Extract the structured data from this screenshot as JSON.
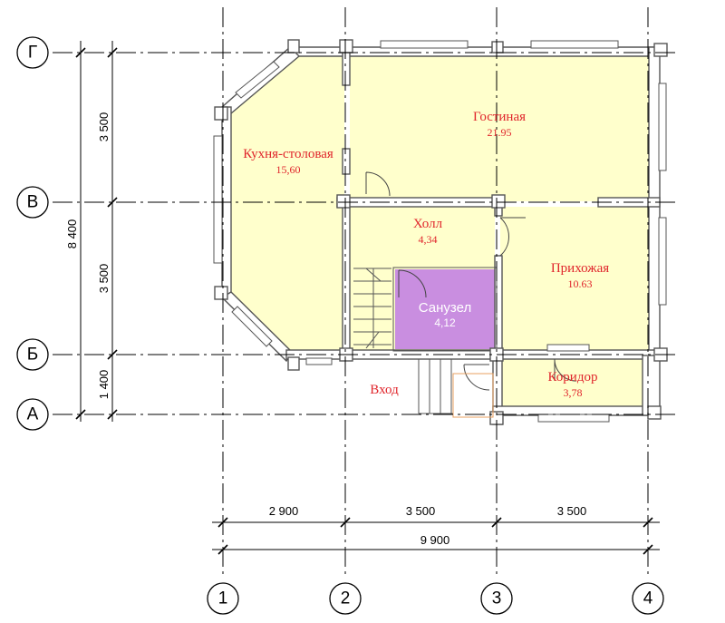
{
  "axes": {
    "rows": [
      "Г",
      "В",
      "Б",
      "А"
    ],
    "columns": [
      "1",
      "2",
      "3",
      "4"
    ]
  },
  "dimensions": {
    "vertical_total": "8 400",
    "vertical_segments": [
      "3 500",
      "3 500",
      "1 400"
    ],
    "horizontal_segments": [
      "2 900",
      "3 500",
      "3 500"
    ],
    "horizontal_total": "9 900"
  },
  "rooms": [
    {
      "name": "Кухня-столовая",
      "area": "15,60"
    },
    {
      "name": "Гостиная",
      "area": "21.95"
    },
    {
      "name": "Холл",
      "area": "4,34"
    },
    {
      "name": "Прихожая",
      "area": "10.63"
    },
    {
      "name": "Санузел",
      "area": "4,12"
    },
    {
      "name": "Коридор",
      "area": "3,78"
    }
  ],
  "entrance_label": "Вход",
  "colors": {
    "floor": "#ffffcc",
    "bathroom": "#c98ee0",
    "room_text": "#e0262c"
  }
}
